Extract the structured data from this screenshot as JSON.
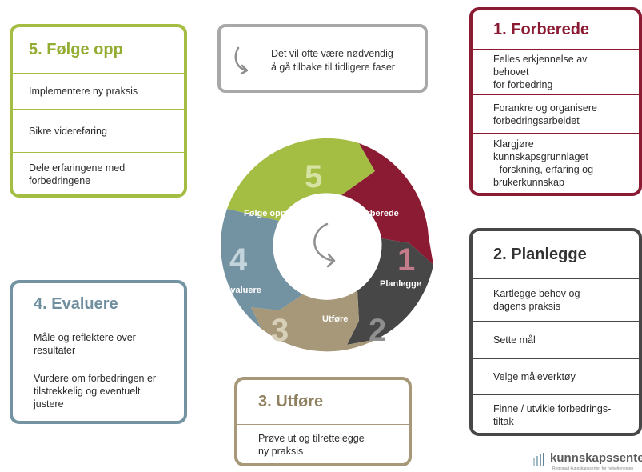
{
  "note": {
    "icon": "return-arrow-icon",
    "line1": "Det vil ofte være nødvendig",
    "line2": "å gå tilbake til tidligere faser"
  },
  "phases": {
    "p1": {
      "title": "1. Forberede",
      "items": [
        [
          "Felles erkjennelse av behovet",
          "for forbedring"
        ],
        [
          "Forankre og organisere",
          "forbedringsarbeidet"
        ],
        [
          "Klargjøre kunnskapsgrunnlaget",
          "- forskning, erfaring og",
          "brukerkunnskap"
        ]
      ]
    },
    "p2": {
      "title": "2. Planlegge",
      "items": [
        [
          "Kartlegge behov og",
          "dagens praksis"
        ],
        [
          "Sette mål"
        ],
        [
          "Velge måleverktøy"
        ],
        [
          "Finne / utvikle forbedrings-",
          "tiltak"
        ]
      ]
    },
    "p3": {
      "title": "3. Utføre",
      "items": [
        [
          "Prøve ut  og tilrettelegge",
          "ny praksis"
        ]
      ]
    },
    "p4": {
      "title": "4. Evaluere",
      "items": [
        [
          "Måle og reflektere over",
          "resultater"
        ],
        [
          "Vurdere om forbedringen er",
          "tilstrekkelig og eventuelt",
          "justere"
        ]
      ]
    },
    "p5": {
      "title": "5. Følge opp",
      "items": [
        [
          "Implementere ny praksis"
        ],
        [
          "Sikre videreføring"
        ],
        [
          "Dele erfaringene med",
          "forbedringene"
        ]
      ]
    }
  },
  "cycle": {
    "center_icon": "cycle-arrow-icon",
    "segments": [
      {
        "number": "1",
        "label": "Forberede",
        "color": "#8b1a33"
      },
      {
        "number": "2",
        "label": "Planlegge",
        "color": "#474747"
      },
      {
        "number": "3",
        "label": "Utføre",
        "color": "#a69878"
      },
      {
        "number": "4",
        "label": "Evaluere",
        "color": "#7493a2"
      },
      {
        "number": "5",
        "label": "Følge opp",
        "color": "#a4bd43"
      }
    ]
  },
  "logo": {
    "icon": "bar-logo-icon",
    "text": "kunnskapssenteret",
    "subtext": "Regionalt kunnskapssenter for helsetjenesten"
  }
}
